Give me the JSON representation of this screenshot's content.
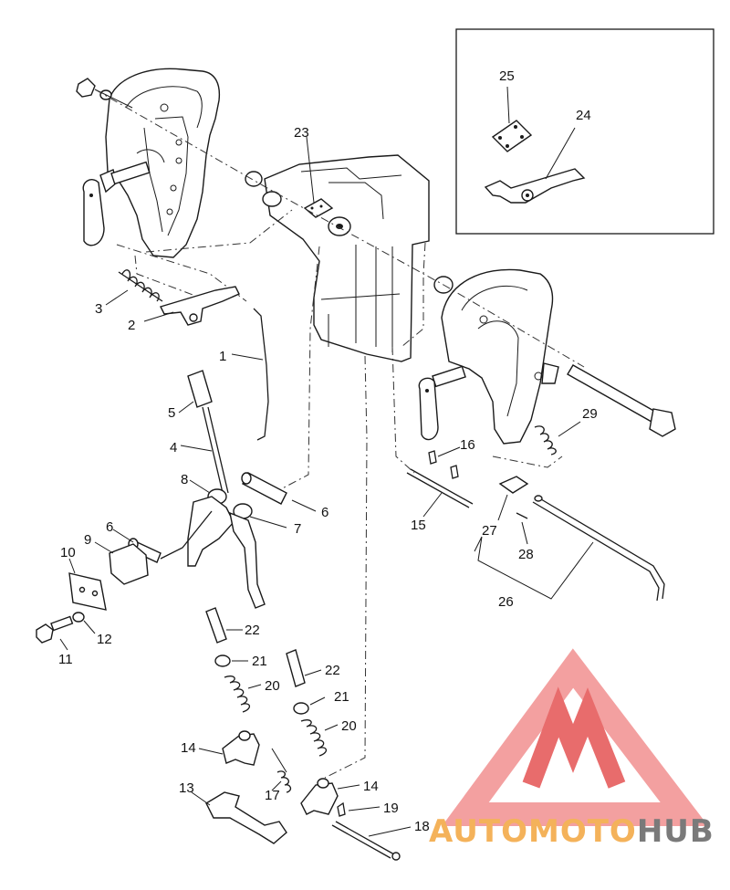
{
  "diagram": {
    "part_numbers": {
      "p1": "1",
      "p2": "2",
      "p3": "3",
      "p4": "4",
      "p5": "5",
      "p6a": "6",
      "p6b": "6",
      "p7": "7",
      "p8": "8",
      "p9": "9",
      "p10": "10",
      "p11": "11",
      "p12": "12",
      "p13": "13",
      "p14a": "14",
      "p14b": "14",
      "p15": "15",
      "p16": "16",
      "p17": "17",
      "p18": "18",
      "p19": "19",
      "p20a": "20",
      "p20b": "20",
      "p21a": "21",
      "p21b": "21",
      "p22a": "22",
      "p22b": "22",
      "p23": "23",
      "p24": "24",
      "p25": "25",
      "p26": "26",
      "p27": "27",
      "p28": "28",
      "p29": "29"
    }
  },
  "watermark": {
    "word_part1": "AUTO",
    "word_part2": "MOTO",
    "word_part3": "HUB",
    "colors": {
      "orange": "#f4b25a",
      "gray": "#7a7a7a",
      "red": "#e86c6c",
      "pink": "#f3a0a0"
    }
  }
}
